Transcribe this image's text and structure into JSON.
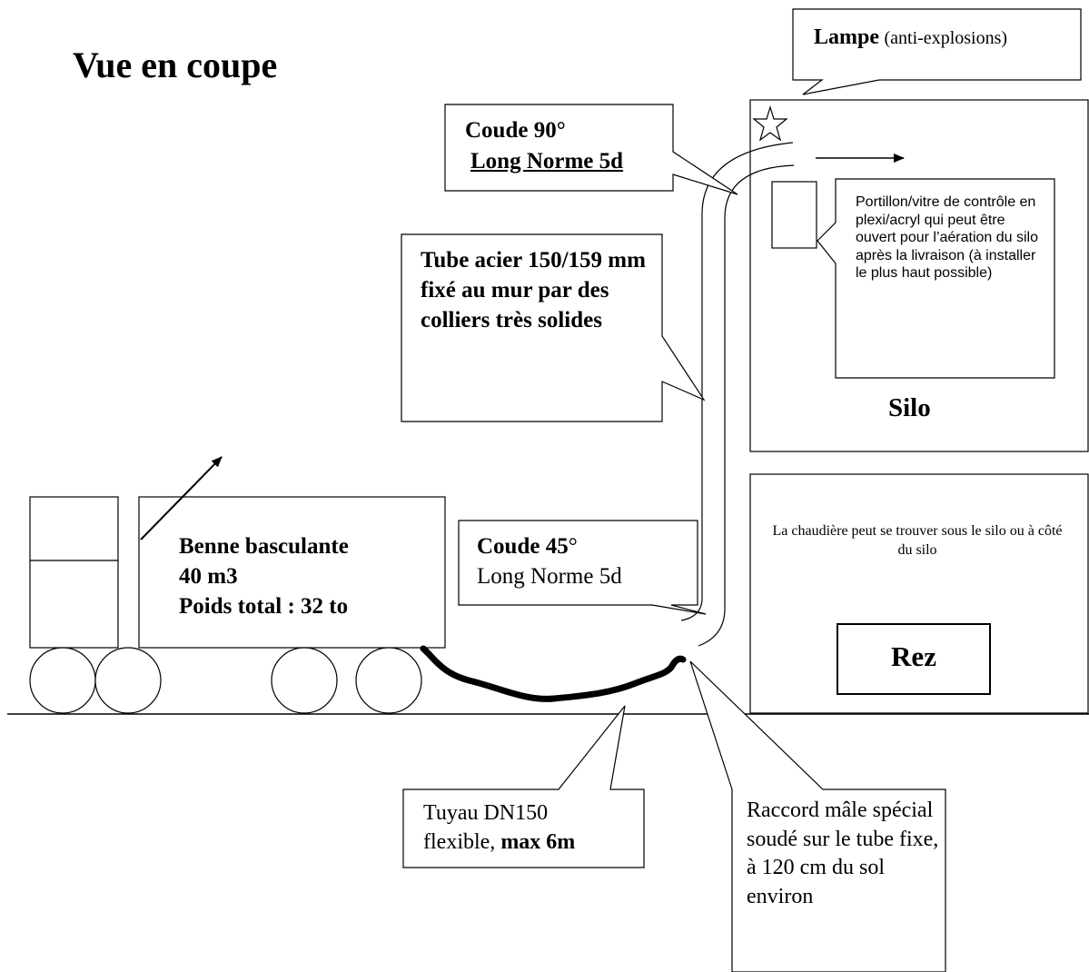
{
  "title": "Vue en coupe",
  "lamp": {
    "bold": "Lampe",
    "rest": "(anti-explosions)"
  },
  "elbow90": {
    "line1": "Coude 90°",
    "line2": "Long Norme 5d"
  },
  "tube": {
    "text": "Tube acier 150/159 mm fixé au mur par des colliers très solides"
  },
  "hatch": {
    "text": "Portillon/vitre de contrôle en plexi/acryl qui peut être ouvert pour l’aération du silo après la livraison (à installer le plus haut possible)"
  },
  "silo": {
    "label": "Silo"
  },
  "boiler": {
    "text": "La chaudière peut se trouver sous le silo ou à côté du silo"
  },
  "rez": {
    "label": "Rez"
  },
  "truck": {
    "line1": "Benne basculante",
    "line2": "40 m3",
    "line3": "Poids total : 32 to"
  },
  "elbow45": {
    "bold": "Coude 45",
    "deg": "°",
    "line2": "Long Norme 5d"
  },
  "hose": {
    "line1": "Tuyau DN150",
    "line2_plain": "flexible, ",
    "line2_bold": "max 6m"
  },
  "coupling": {
    "text": "Raccord mâle spécial soudé sur le tube fixe, à 120 cm du sol environ"
  }
}
